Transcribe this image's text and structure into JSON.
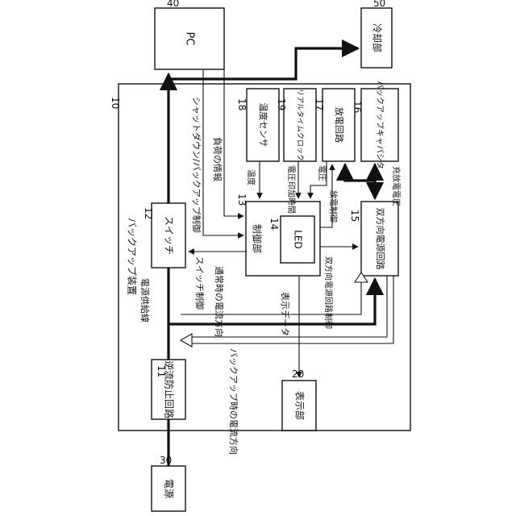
{
  "blocks": {
    "pc": {
      "ref": "40",
      "label": "PC"
    },
    "cooling": {
      "ref": "50",
      "label": "冷却部"
    },
    "power_supply": {
      "ref": "30",
      "label": "電源"
    },
    "display": {
      "ref": "20",
      "label": "表示部"
    },
    "backup_device": {
      "ref": "10",
      "label": "バックアップ装置"
    },
    "reverse_current_prevention": {
      "ref": "11",
      "label": "逆流防止回路"
    },
    "switch": {
      "ref": "12",
      "label": "スイッチ"
    },
    "control_unit": {
      "ref": "13",
      "label": "制御部"
    },
    "led": {
      "ref": "14",
      "label": "LED"
    },
    "bidirectional_power_circuit": {
      "ref": "15",
      "label": "双方向電源回路"
    },
    "backup_capacitor": {
      "ref": "16",
      "label": "バックアップキャパシタ"
    },
    "discharge_circuit": {
      "ref": "17",
      "label": "放電回路"
    },
    "temperature_sensor": {
      "ref": "18",
      "label": "温度センサ"
    },
    "real_time_clock": {
      "ref": "19",
      "label": "リアルタイムクロック"
    }
  },
  "labels": {
    "shutdown_backup_control": "シャットダウン/バックアップ制御",
    "load_information": "負荷の情報",
    "temperature": "温度",
    "voltage_application_time": "電圧印加時間",
    "voltage": "電圧",
    "discharge_control": "放電制御",
    "charge_discharge_voltage": "充放電電圧",
    "switch_control": "スイッチ制御",
    "normal_current_direction": "通常時の電流方向",
    "display_data": "表示データ",
    "bidirectional_control": "双方向電源回路制御",
    "power_supply_line": "電源供給線",
    "backup_current_direction": "バックアップ時の電流方向"
  }
}
